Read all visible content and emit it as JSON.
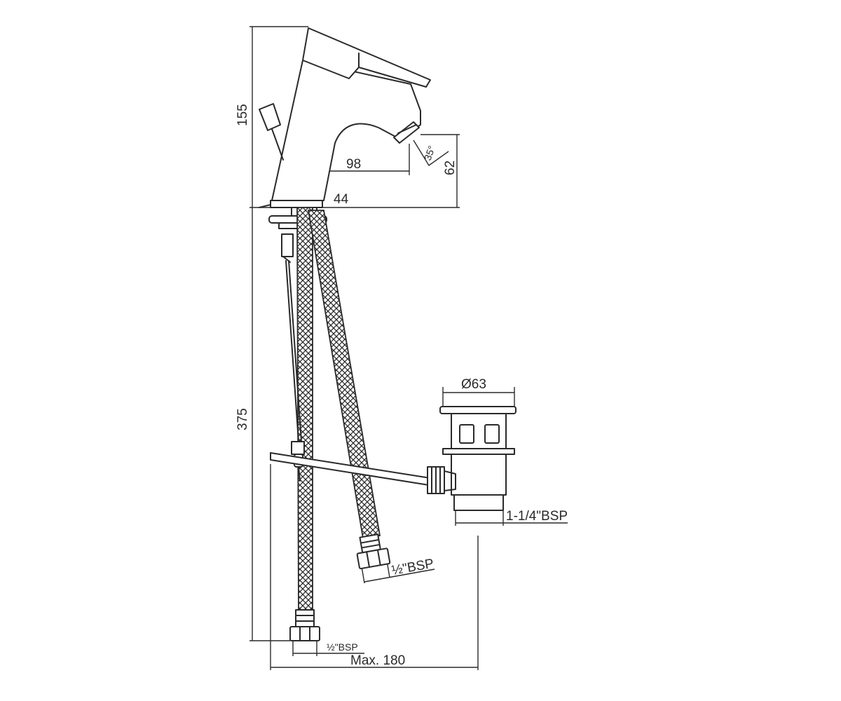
{
  "dimensions": {
    "spout_height": "155",
    "base_to_floor": "375",
    "reach": "98",
    "aerator_angle": "35°",
    "aerator_height": "62",
    "base_diameter": "44",
    "waste_diameter": "Ø63",
    "waste_thread": "1-1/4\"BSP",
    "hose_thread_right": "½\"BSP",
    "hose_thread_left": "½\"BSP",
    "max_width": "Max. 180"
  },
  "colors": {
    "line": "#2a2a2a",
    "background": "#ffffff"
  }
}
